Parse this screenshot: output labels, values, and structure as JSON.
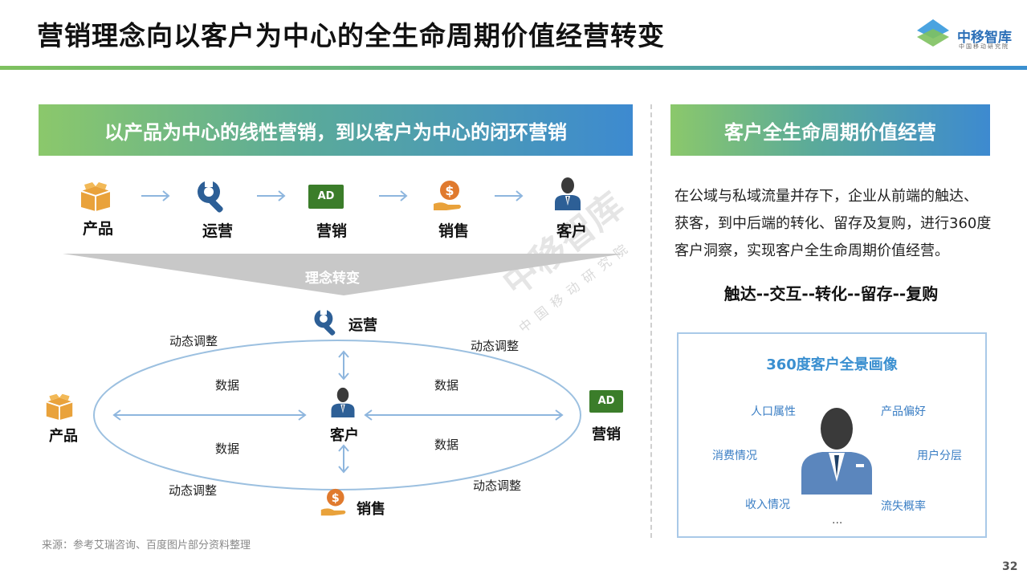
{
  "title": "营销理念向以客户为中心的全生命周期价值经营转变",
  "logo": {
    "name": "中移智库",
    "subtitle": "中国移动研究院"
  },
  "left_banner": "以产品为中心的线性营销，到以客户为中心的闭环营销",
  "right_banner": "客户全生命周期价值经营",
  "linear_flow": [
    "产品",
    "运营",
    "营销",
    "销售",
    "客户"
  ],
  "transition_label": "理念转变",
  "cycle": {
    "top": "运营",
    "center": "客户",
    "left": "产品",
    "right": "营销",
    "bottom": "销售",
    "dynamic_adjust": "动态调整",
    "data_label": "数据"
  },
  "ad_text": "AD",
  "description": "在公域与私域流量并存下，企业从前端的触达、获客，到中后端的转化、留存及复购，进行360度客户洞察，实现客户全生命周期价值经营。",
  "slogan": "触达--交互--转化--留存--复购",
  "portrait": {
    "title": "360度客户全景画像",
    "attrs": [
      "人口属性",
      "产品偏好",
      "消费情况",
      "用户分层",
      "收入情况",
      "流失概率"
    ],
    "more": "..."
  },
  "source": "来源：参考艾瑞咨询、百度图片部分资料整理",
  "page_number": "32",
  "colors": {
    "green": "#7ec15f",
    "blue": "#3a8fd0",
    "icon_blue": "#2d5f96",
    "icon_orange": "#e9a23b"
  }
}
